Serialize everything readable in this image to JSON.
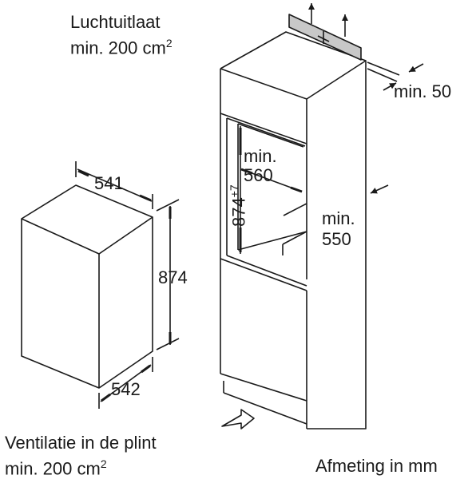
{
  "outlet": {
    "title": "Luchtuitlaat",
    "area": "min. 200 cm",
    "exp": "2"
  },
  "inlet": {
    "title": "Ventilatie in de plint",
    "area": "min. 200 cm",
    "exp": "2"
  },
  "units": "Afmeting in mm",
  "appliance": {
    "width": "541",
    "height": "874",
    "depth": "542"
  },
  "niche": {
    "min50": "min. 50",
    "height": "874",
    "height_tol": "+7",
    "width_min_a": "min.",
    "width_min_b": "560",
    "depth_min_a": "min.",
    "depth_min_b": "550"
  },
  "colors": {
    "line": "#1a1a1a",
    "vent": "#c8c8c8"
  }
}
